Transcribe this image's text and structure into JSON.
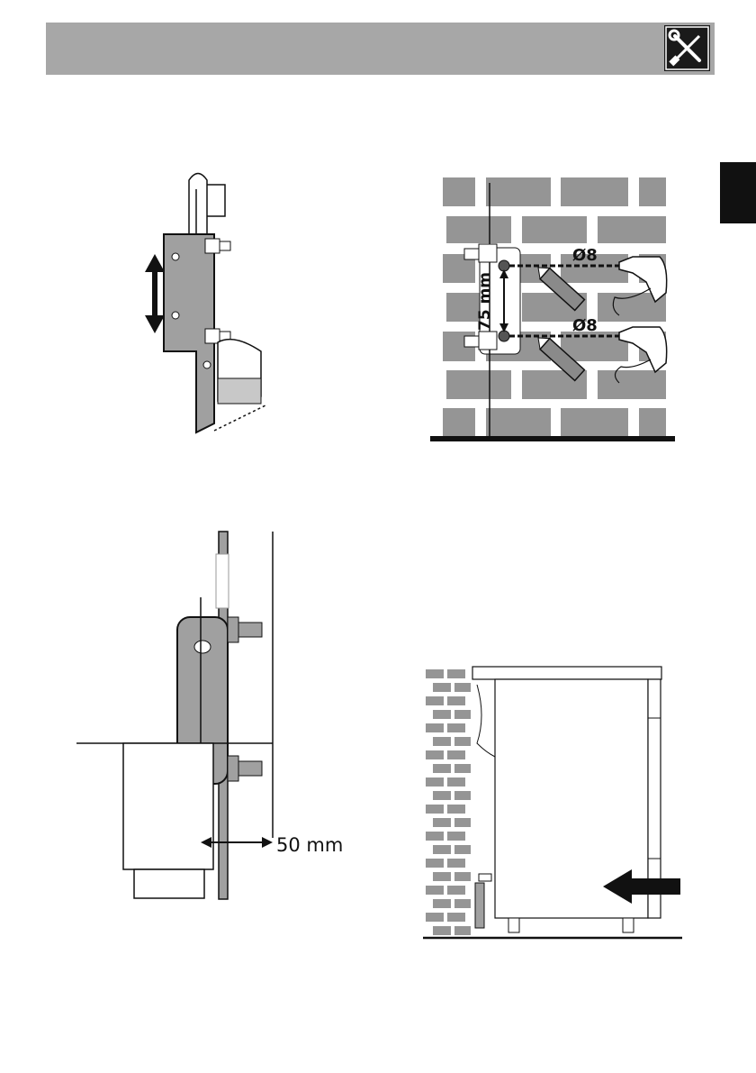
{
  "header": {
    "icon": "tools-icon"
  },
  "figures": {
    "drill": {
      "diameter_top": "Ø8",
      "diameter_bottom": "Ø8",
      "spacing": "75 mm"
    },
    "spacer": {
      "distance": "50 mm"
    }
  },
  "colors": {
    "header_bg": "#a7a7a7",
    "tab": "#111111",
    "brick": "#959595",
    "part": "#a0a0a0"
  }
}
